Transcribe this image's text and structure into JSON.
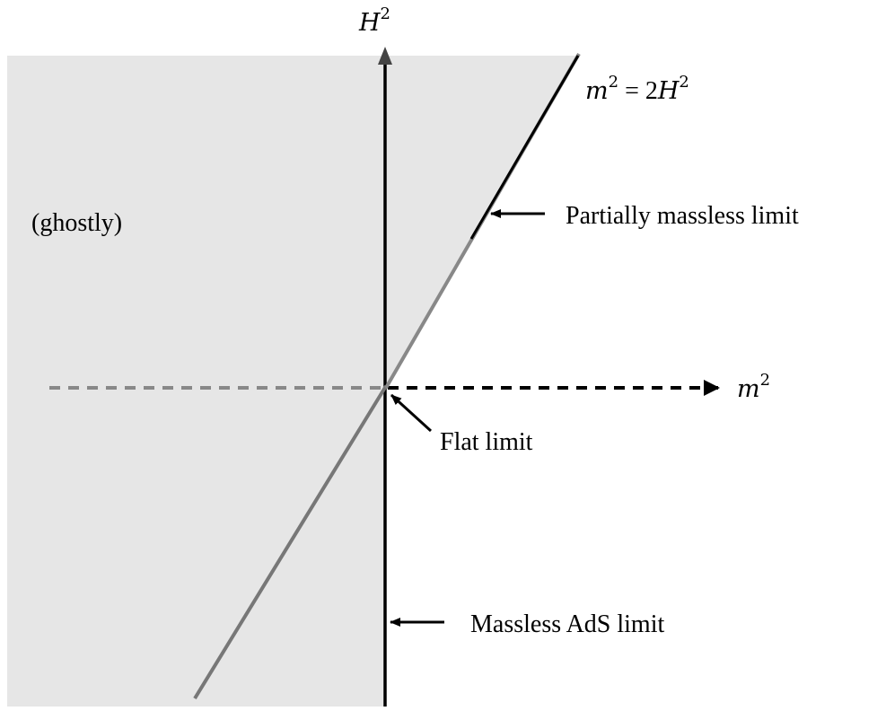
{
  "axes": {
    "vertical": {
      "variable": "H",
      "exponent": "2"
    },
    "horizontal": {
      "variable": "m",
      "exponent": "2"
    }
  },
  "line_equation": {
    "lhs_variable": "m",
    "lhs_exponent": "2",
    "operator": " = ",
    "rhs_coefficient": "2",
    "rhs_variable": "H",
    "rhs_exponent": "2"
  },
  "labels": {
    "region": "(ghostly)",
    "partially_massless": "Partially massless limit",
    "flat": "Flat limit",
    "massless_ads": "Massless AdS limit"
  },
  "colors": {
    "region_fill": "#e6e6e6",
    "axis": "#000000",
    "lower_line": "#777777",
    "negative_axis_dash": "#888888"
  }
}
